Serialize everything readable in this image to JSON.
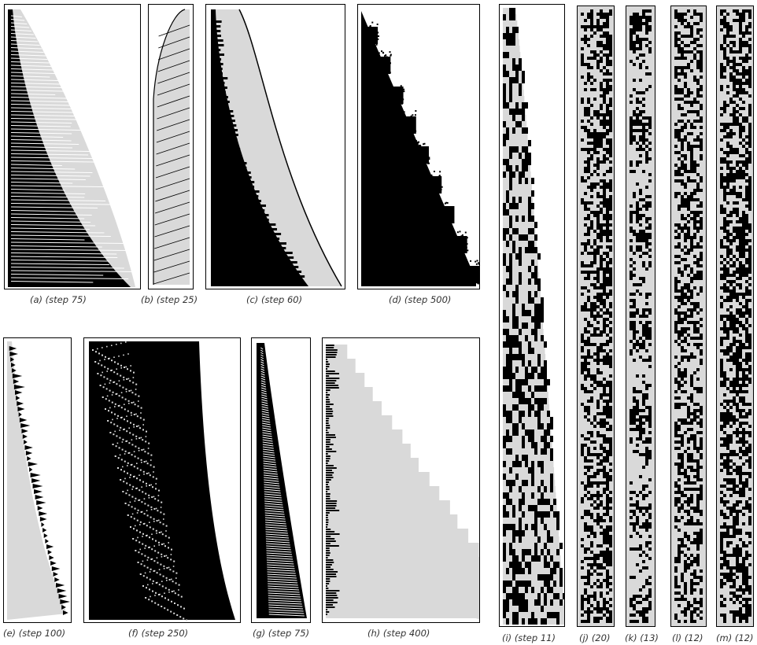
{
  "panels": [
    {
      "id": "a",
      "caption": "(a) (step 75)"
    },
    {
      "id": "b",
      "caption": "(b) (step 25)"
    },
    {
      "id": "c",
      "caption": "(c) (step 60)"
    },
    {
      "id": "d",
      "caption": "(d) (step 500)"
    },
    {
      "id": "e",
      "caption": "(e) (step 100)"
    },
    {
      "id": "f",
      "caption": "(f) (step 250)"
    },
    {
      "id": "g",
      "caption": "(g) (step 75)"
    },
    {
      "id": "h",
      "caption": "(h) (step 400)"
    },
    {
      "id": "i",
      "caption": "(i) (step 11)"
    },
    {
      "id": "j",
      "caption": "(j) (20)"
    },
    {
      "id": "k",
      "caption": "(k) (13)"
    },
    {
      "id": "l",
      "caption": "(l) (12)"
    },
    {
      "id": "m",
      "caption": "(m) (12)"
    }
  ],
  "colors": {
    "black": "#000000",
    "gray": "#d9d9d9",
    "white": "#ffffff"
  }
}
